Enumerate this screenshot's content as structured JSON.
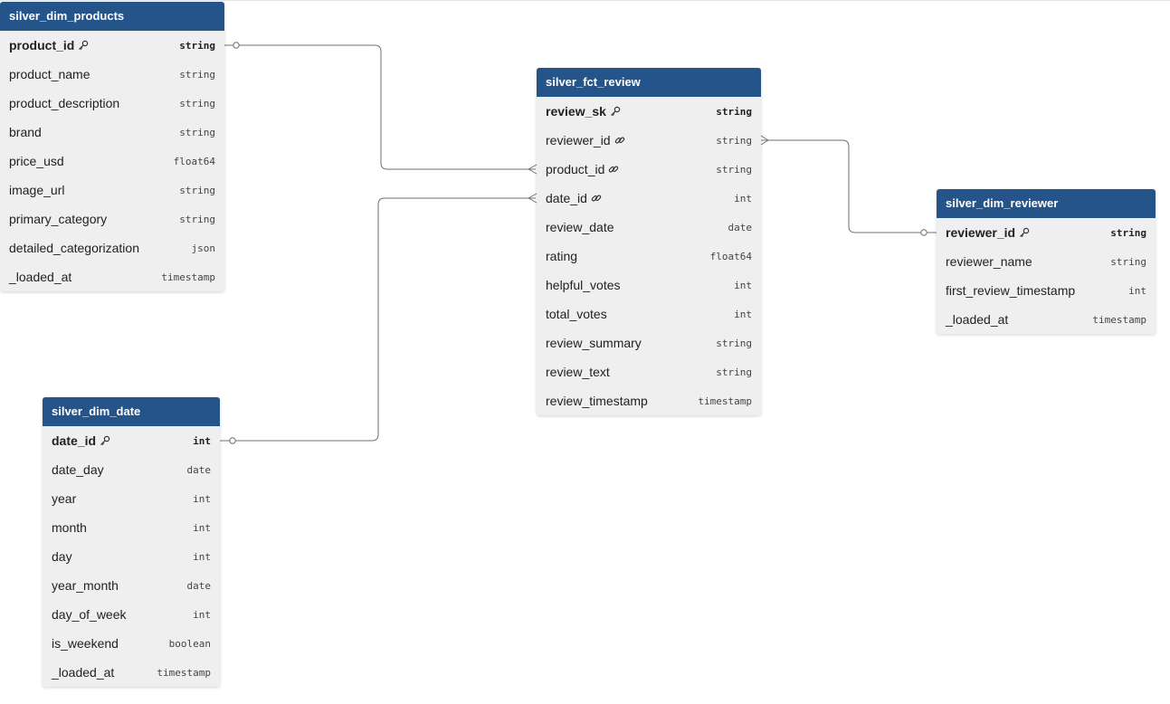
{
  "tables": {
    "silver_dim_products": {
      "title": "silver_dim_products",
      "columns": [
        {
          "name": "product_id",
          "type": "string",
          "key": "primary"
        },
        {
          "name": "product_name",
          "type": "string"
        },
        {
          "name": "product_description",
          "type": "string"
        },
        {
          "name": "brand",
          "type": "string"
        },
        {
          "name": "price_usd",
          "type": "float64"
        },
        {
          "name": "image_url",
          "type": "string"
        },
        {
          "name": "primary_category",
          "type": "string"
        },
        {
          "name": "detailed_categorization",
          "type": "json"
        },
        {
          "name": "_loaded_at",
          "type": "timestamp"
        }
      ]
    },
    "silver_fct_review": {
      "title": "silver_fct_review",
      "columns": [
        {
          "name": "review_sk",
          "type": "string",
          "key": "primary"
        },
        {
          "name": "reviewer_id",
          "type": "string",
          "key": "foreign"
        },
        {
          "name": "product_id",
          "type": "string",
          "key": "foreign"
        },
        {
          "name": "date_id",
          "type": "int",
          "key": "foreign"
        },
        {
          "name": "review_date",
          "type": "date"
        },
        {
          "name": "rating",
          "type": "float64"
        },
        {
          "name": "helpful_votes",
          "type": "int"
        },
        {
          "name": "total_votes",
          "type": "int"
        },
        {
          "name": "review_summary",
          "type": "string"
        },
        {
          "name": "review_text",
          "type": "string"
        },
        {
          "name": "review_timestamp",
          "type": "timestamp"
        }
      ]
    },
    "silver_dim_reviewer": {
      "title": "silver_dim_reviewer",
      "columns": [
        {
          "name": "reviewer_id",
          "type": "string",
          "key": "primary"
        },
        {
          "name": "reviewer_name",
          "type": "string"
        },
        {
          "name": "first_review_timestamp",
          "type": "int"
        },
        {
          "name": "_loaded_at",
          "type": "timestamp"
        }
      ]
    },
    "silver_dim_date": {
      "title": "silver_dim_date",
      "columns": [
        {
          "name": "date_id",
          "type": "int",
          "key": "primary"
        },
        {
          "name": "date_day",
          "type": "date"
        },
        {
          "name": "year",
          "type": "int"
        },
        {
          "name": "month",
          "type": "int"
        },
        {
          "name": "day",
          "type": "int"
        },
        {
          "name": "year_month",
          "type": "date"
        },
        {
          "name": "day_of_week",
          "type": "int"
        },
        {
          "name": "is_weekend",
          "type": "boolean"
        },
        {
          "name": "_loaded_at",
          "type": "timestamp"
        }
      ]
    }
  },
  "relationships": [
    {
      "from": "silver_dim_products.product_id",
      "to": "silver_fct_review.product_id",
      "cardinality": "one-to-many"
    },
    {
      "from": "silver_dim_date.date_id",
      "to": "silver_fct_review.date_id",
      "cardinality": "one-to-many"
    },
    {
      "from": "silver_dim_reviewer.reviewer_id",
      "to": "silver_fct_review.reviewer_id",
      "cardinality": "one-to-many"
    }
  ],
  "colors": {
    "header": "#25548a",
    "body": "#efefef",
    "link": "#6f6f6f"
  }
}
